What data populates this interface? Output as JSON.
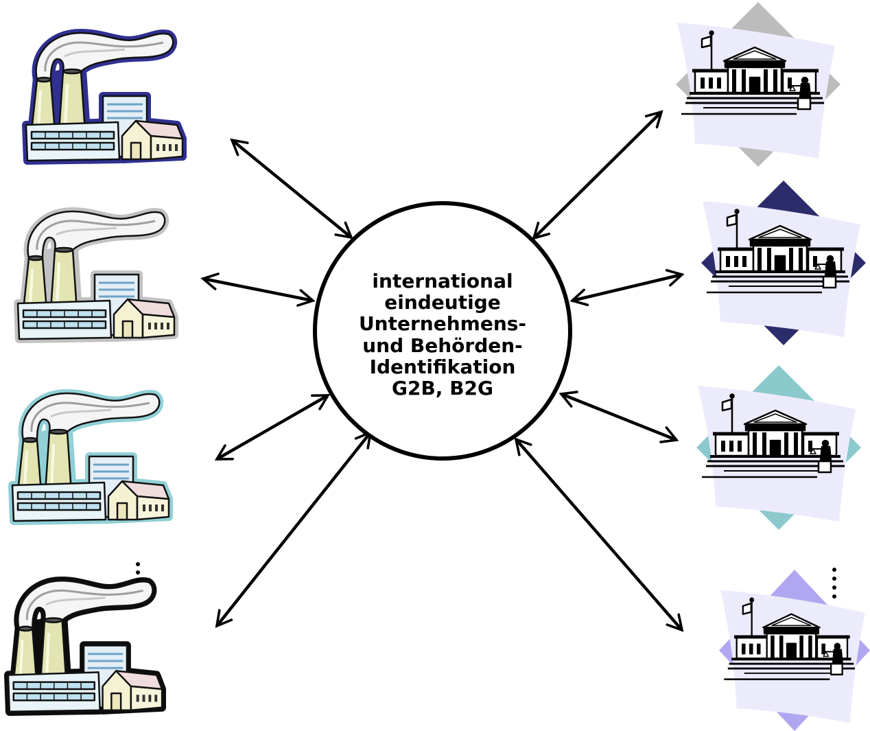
{
  "center_label": {
    "lines": [
      "international",
      "eindeutige",
      "Unternehmens-",
      "und Behörden-",
      "Identifikation",
      "G2B, B2G"
    ]
  },
  "factories": [
    {
      "icon": "factory-icon",
      "outline_color": "#2f3090"
    },
    {
      "icon": "factory-icon",
      "outline_color": "#c2c2c2"
    },
    {
      "icon": "factory-icon",
      "outline_color": "#90d0d6"
    },
    {
      "icon": "factory-icon",
      "outline_color": "#0d0d0d"
    }
  ],
  "authorities": [
    {
      "icon": "government-building-icon",
      "diamond_color": "#bcbcbc"
    },
    {
      "icon": "government-building-icon",
      "diamond_color": "#2c2c6c"
    },
    {
      "icon": "government-building-icon",
      "diamond_color": "#8bc9cd"
    },
    {
      "icon": "government-building-icon",
      "diamond_color": "#b1a7f1"
    }
  ],
  "more_indicators": [
    {
      "icon": "vertical-ellipsis-icon"
    },
    {
      "icon": "vertical-ellipsis-icon"
    }
  ]
}
